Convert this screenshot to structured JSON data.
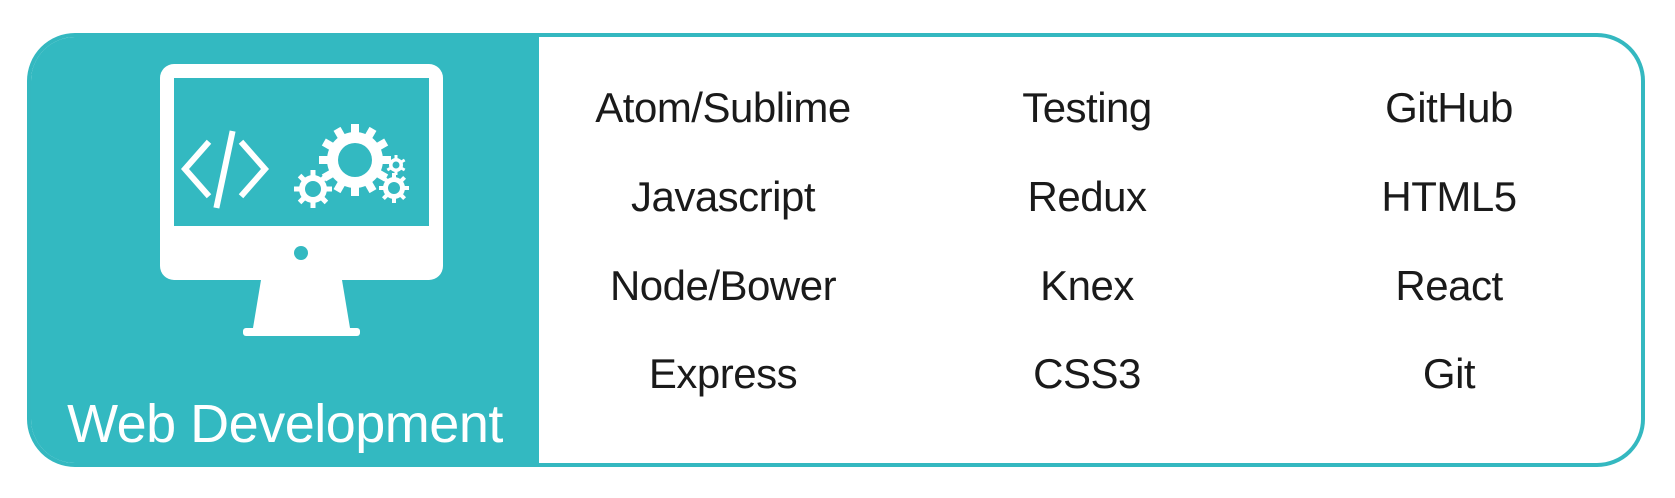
{
  "panel": {
    "title": "Web Development",
    "icon": "monitor-code-gears-icon",
    "accent_color": "#33b9c1"
  },
  "skills": {
    "columns": [
      [
        "Atom/Sublime",
        "Javascript",
        "Node/Bower",
        "Express"
      ],
      [
        "Testing",
        "Redux",
        "Knex",
        "CSS3"
      ],
      [
        "GitHub",
        "HTML5",
        "React",
        "Git"
      ]
    ]
  }
}
